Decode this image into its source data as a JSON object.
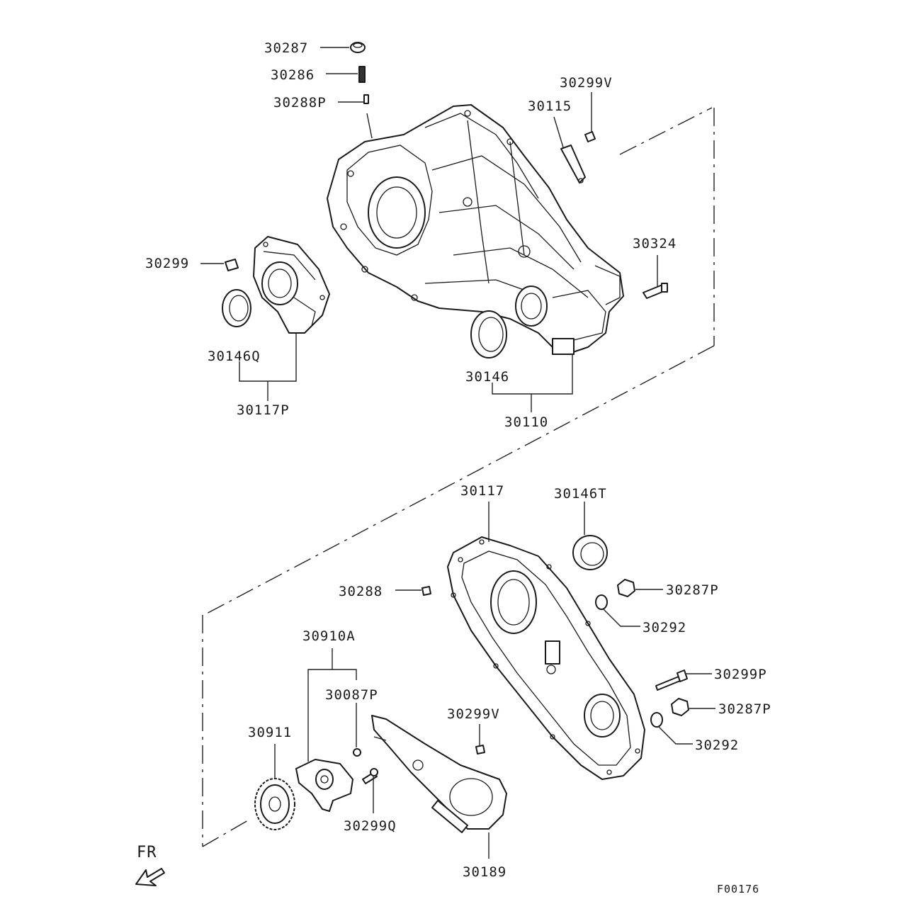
{
  "labels": {
    "p30287": "30287",
    "p30286": "30286",
    "p30288P": "30288P",
    "p30299V_top": "30299V",
    "p30115": "30115",
    "p30299": "30299",
    "p30324": "30324",
    "p30146Q": "30146Q",
    "p30117P": "30117P",
    "p30146": "30146",
    "p30110": "30110",
    "p30117": "30117",
    "p30146T": "30146T",
    "p30288": "30288",
    "p30287P_a": "30287P",
    "p30292_a": "30292",
    "p30910A": "30910A",
    "p30087P": "30087P",
    "p30299P": "30299P",
    "p30287P_b": "30287P",
    "p30299V_bottom": "30299V",
    "p30911": "30911",
    "p30292_b": "30292",
    "p30299Q": "30299Q",
    "p30189": "30189",
    "front_marker": "FR",
    "figure_code": "F00176"
  },
  "colors": {
    "line": "#1a1a1a",
    "background": "#ffffff"
  }
}
